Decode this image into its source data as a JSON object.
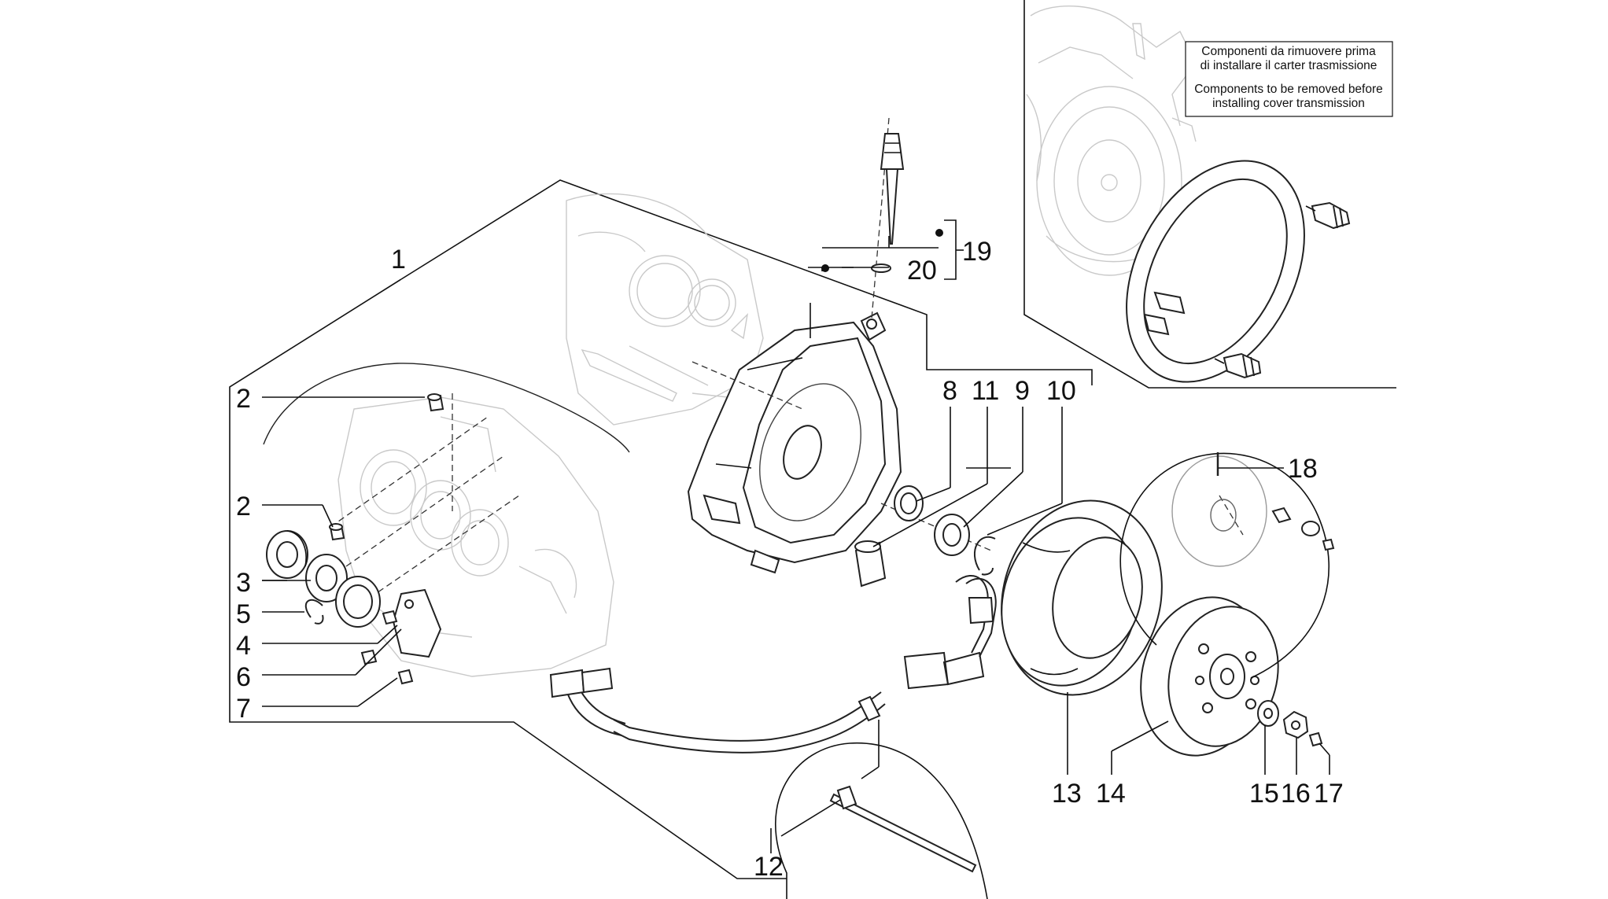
{
  "note": {
    "line1": "Componenti da rimuovere prima",
    "line2": "di installare il carter trasmissione",
    "line3": "Components to be removed before",
    "line4": "installing cover transmission"
  },
  "callouts": {
    "c1": "1",
    "c2a": "2",
    "c2b": "2",
    "c3": "3",
    "c4": "4",
    "c5": "5",
    "c6": "6",
    "c7": "7",
    "c8": "8",
    "c9": "9",
    "c10": "10",
    "c11": "11",
    "c12": "12",
    "c13": "13",
    "c14": "14",
    "c15": "15",
    "c16": "16",
    "c17": "17",
    "c18": "18",
    "c19": "19",
    "c20": "20"
  },
  "colors": {
    "ink": "#111111",
    "ghost": "#c9c9c9",
    "background": "#ffffff"
  }
}
